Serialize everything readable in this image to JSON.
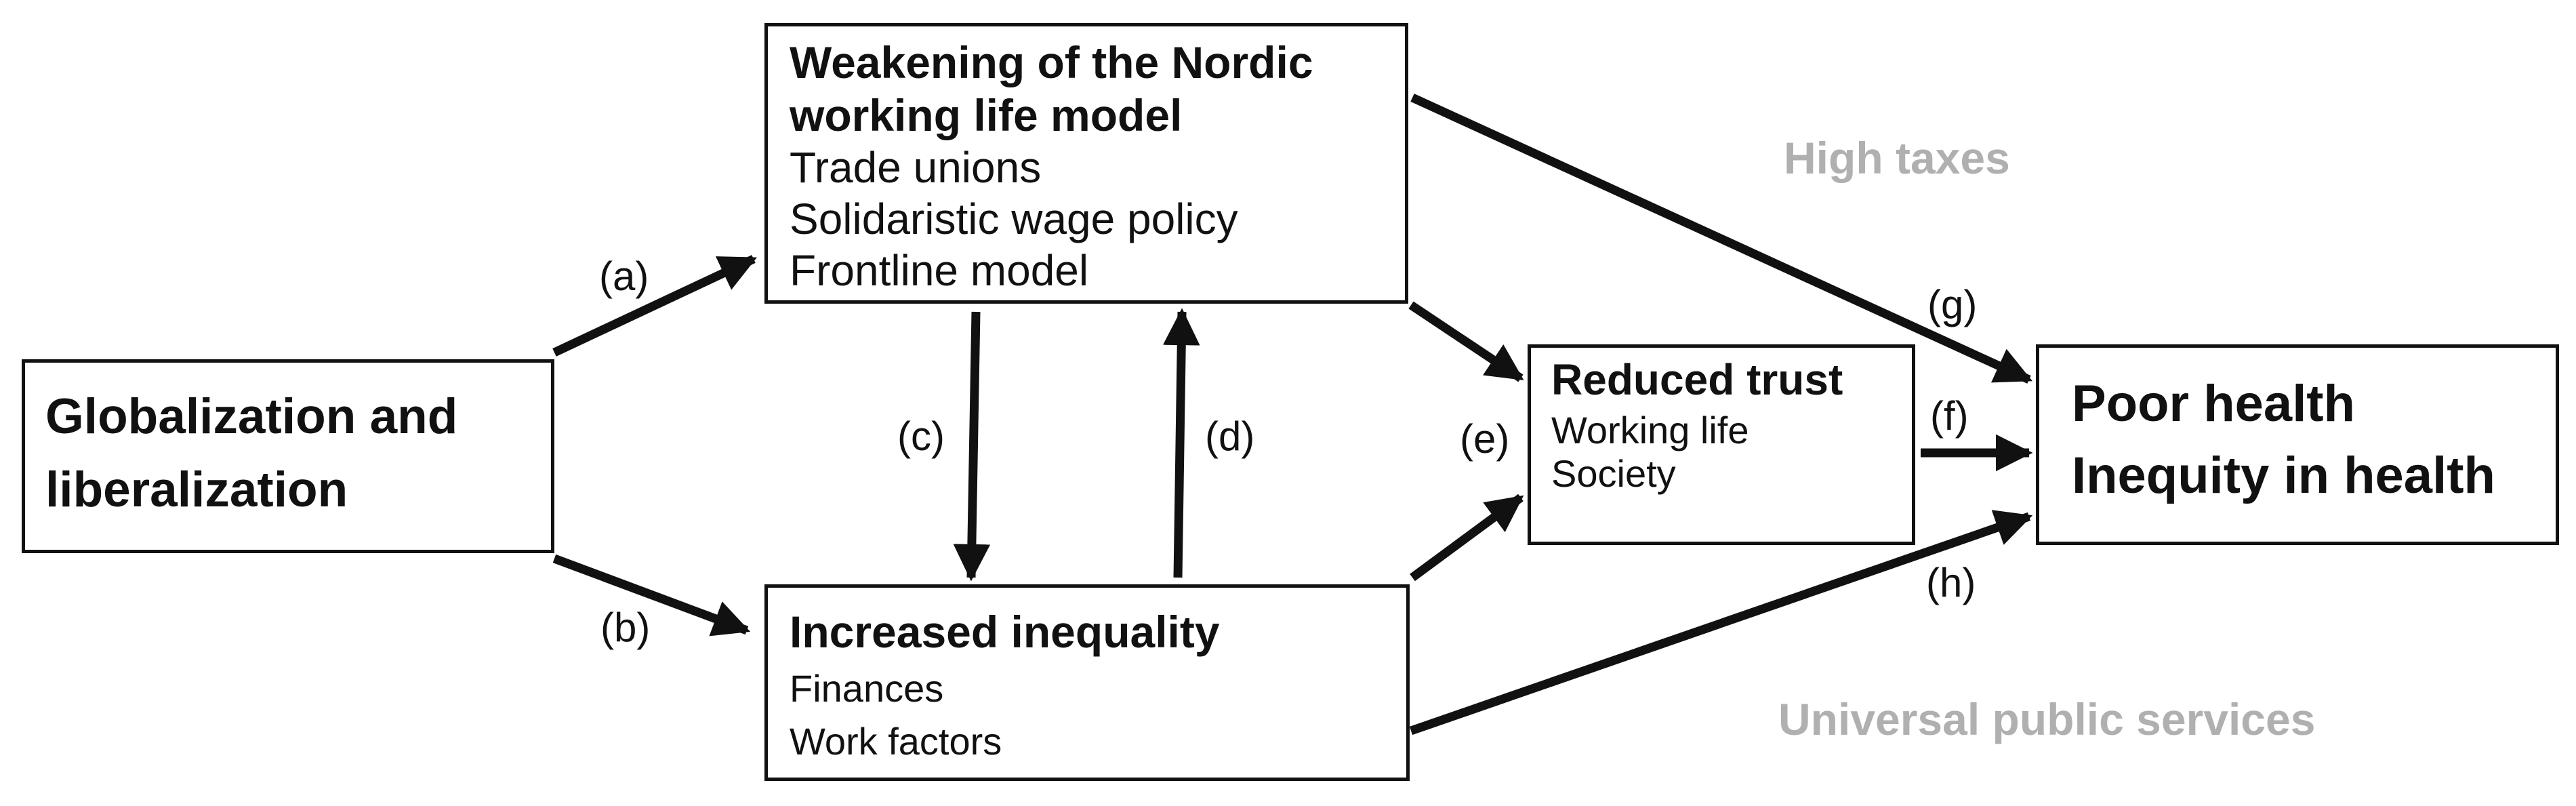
{
  "boxes": {
    "globalization": {
      "title": "Globalization and\nliberalization"
    },
    "nordic": {
      "title": "Weakening of the Nordic\nworking life model",
      "items": [
        "Trade unions",
        "Solidaristic wage policy",
        "Frontline model"
      ]
    },
    "inequality": {
      "title": "Increased inequality",
      "items": [
        "Finances",
        "Work factors"
      ]
    },
    "trust": {
      "title": "Reduced trust",
      "items": [
        "Working life",
        "Society"
      ]
    },
    "health": {
      "title": "Poor health\nInequity in health"
    }
  },
  "arrow_labels": {
    "a": "(a)",
    "b": "(b)",
    "c": "(c)",
    "d": "(d)",
    "e": "(e)",
    "f": "(f)",
    "g": "(g)",
    "h": "(h)"
  },
  "context_labels": {
    "top": "High taxes",
    "bottom": "Universal public services"
  },
  "colors": {
    "stroke": "#111111",
    "context_text": "#b0b0b0"
  }
}
